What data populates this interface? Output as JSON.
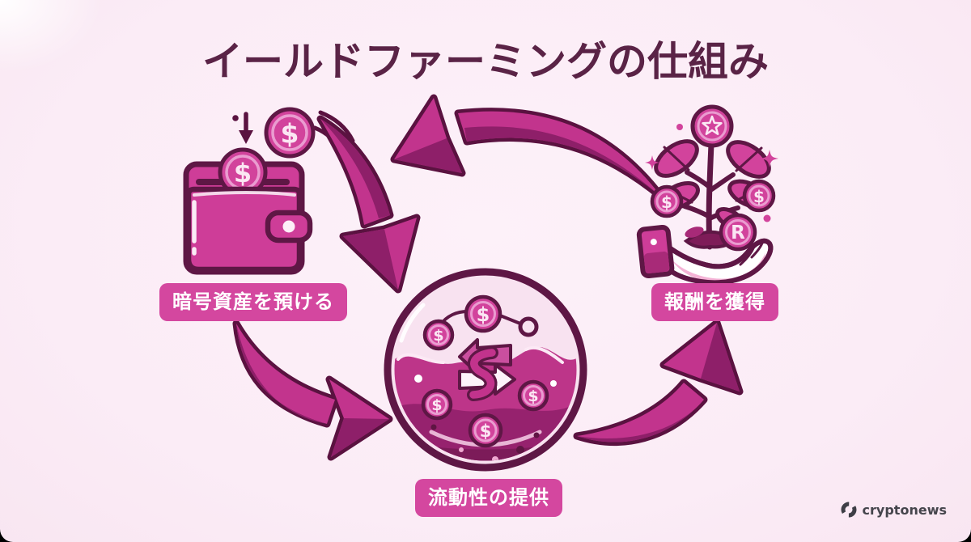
{
  "title": "イールドファーミングの仕組み",
  "steps": {
    "deposit": {
      "label": "暗号資産を預ける"
    },
    "liquidity": {
      "label": "流動性の提供"
    },
    "reward": {
      "label": "報酬を獲得"
    }
  },
  "symbols": {
    "dollar": "$",
    "reward_coin": "R"
  },
  "watermark": {
    "brand": "cryptonews"
  },
  "colors": {
    "background": "#fbecf6",
    "accent": "#ce3d98",
    "accent_dark": "#a62a78",
    "outline": "#5e1745",
    "arrow": "#c2348d",
    "arrow_shade": "#8e1f69",
    "label_bg": "#d4479f",
    "label_text": "#ffffff",
    "title_text": "#5a2346",
    "watermark_text": "#45454c"
  }
}
